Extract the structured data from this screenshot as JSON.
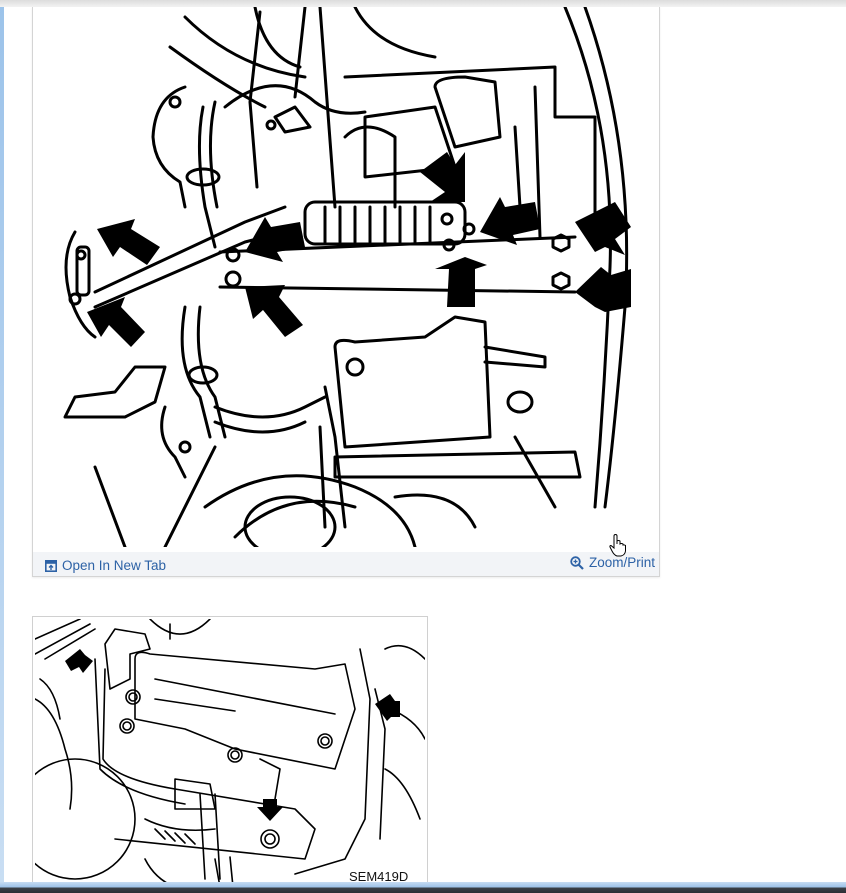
{
  "page": {
    "background": "#ffffff",
    "accent_link_color": "#2d62a6"
  },
  "figure1": {
    "description": "Line drawing of engine/transmission underside with arrows pointing to mounting bolts",
    "arrow_count": 10,
    "footer": {
      "open_new_tab": {
        "label": "Open In New Tab",
        "icon": "open-in-new-tab-icon"
      },
      "zoom_print": {
        "label": "Zoom/Print",
        "icon": "magnifier-zoom-icon"
      }
    }
  },
  "figure2": {
    "description": "Line drawing of oil pan/transmission area with arrows pointing to bolts",
    "arrow_count": 3,
    "caption": "SEM419D"
  },
  "cursor": {
    "type": "hand-pointer"
  }
}
